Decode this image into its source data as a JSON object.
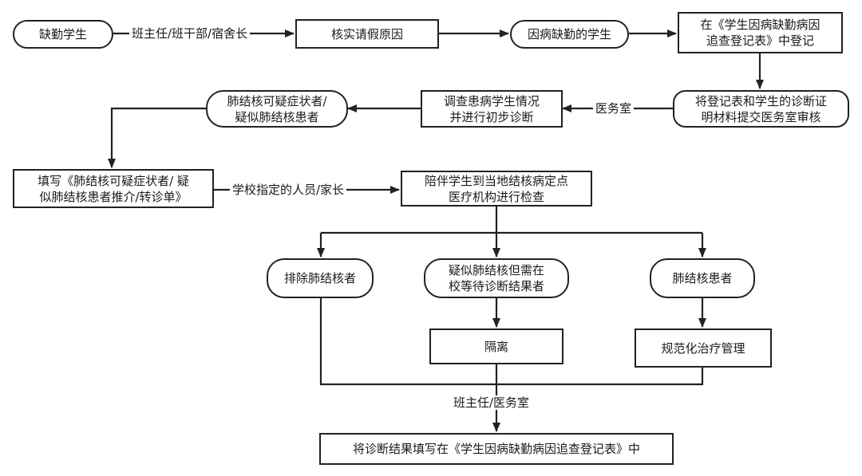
{
  "nodes": {
    "absent_student": "缺勤学生",
    "verify_reason": "核实请假原因",
    "sick_absent": "因病缺勤的学生",
    "register_form": "在《学生因病缺勤病因\n追查登记表》中登记",
    "submit_docs": "将登记表和学生的诊断证\n明材料提交医务室审核",
    "investigate": "调查患病学生情况\n并进行初步诊断",
    "suspected": "肺结核可疑症状者/\n疑似肺结核患者",
    "fill_referral": "填写《肺结核可疑症状者/ 疑\n似肺结核患者推介/转诊单》",
    "accompany": "陪伴学生到当地结核病定点\n医疗机构进行检查",
    "excluded": "排除肺结核者",
    "awaiting": "疑似肺结核但需在\n校等待诊断结果者",
    "patient": "肺结核患者",
    "isolation": "隔离",
    "treatment": "规范化治疗管理",
    "final_record": "将诊断结果填写在《学生因病缺勤病因追查登记表》中"
  },
  "edge_labels": {
    "teacher_cadre": "班主任/班干部/宿舍长",
    "clinic": "医务室",
    "school_staff": "学校指定的人员/家长",
    "teacher_clinic": "班主任/医务室"
  }
}
